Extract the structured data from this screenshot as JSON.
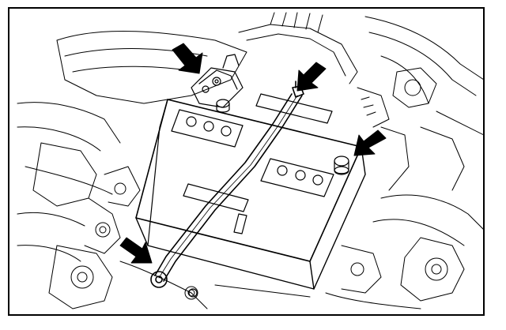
{
  "figure": {
    "background": "#ffffff",
    "line_color": "#000000",
    "callouts": [
      {
        "name": "hold-down-clamp-nut-arrow",
        "icon": "arrow-icon"
      },
      {
        "name": "clamp-rod-nut-arrow",
        "icon": "arrow-icon"
      },
      {
        "name": "battery-terminal-arrow",
        "icon": "arrow-icon"
      },
      {
        "name": "clamp-rod-lower-end-arrow",
        "icon": "arrow-icon"
      }
    ]
  }
}
